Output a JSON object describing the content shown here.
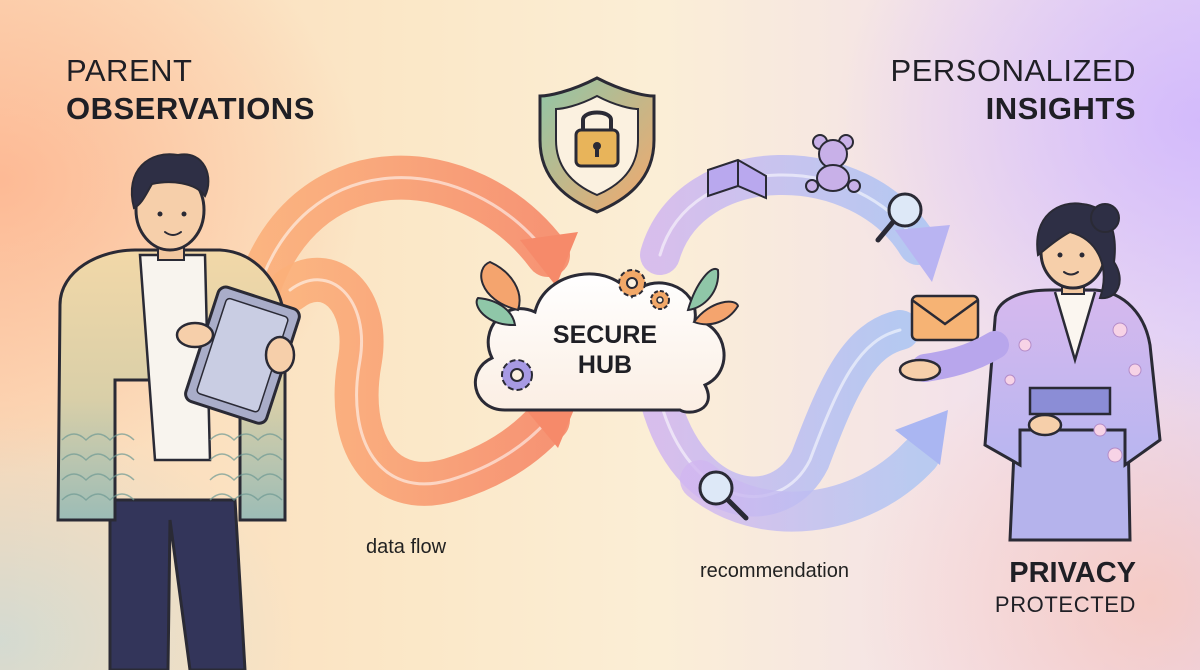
{
  "titles": {
    "parent_line1": "PARENT",
    "parent_line2": "OBSERVATIONS",
    "insights_line1": "PERSONALIZED",
    "insights_line2": "INSIGHTS",
    "privacy_line1": "PRIVACY",
    "privacy_line2": "PROTECTED"
  },
  "hub": {
    "line1": "SECURE",
    "line2": "HUB"
  },
  "flows": {
    "data_flow": "data flow",
    "recommendation": "recommendation"
  },
  "colors": {
    "orange_flow": "#f79a6a",
    "purple_flow": "#b9a8f0",
    "blue_flow": "#a9c6f2",
    "outline": "#2a2a35",
    "shield_green": "#7fb8a0",
    "shield_orange": "#f2a36a"
  },
  "icons": [
    "shield-lock-icon",
    "cloud-icon",
    "gear-icon",
    "leaf-icon",
    "book-icon",
    "teddy-bear-icon",
    "magnifier-icon",
    "envelope-icon",
    "parent-figure",
    "advisor-figure",
    "tablet-icon"
  ]
}
